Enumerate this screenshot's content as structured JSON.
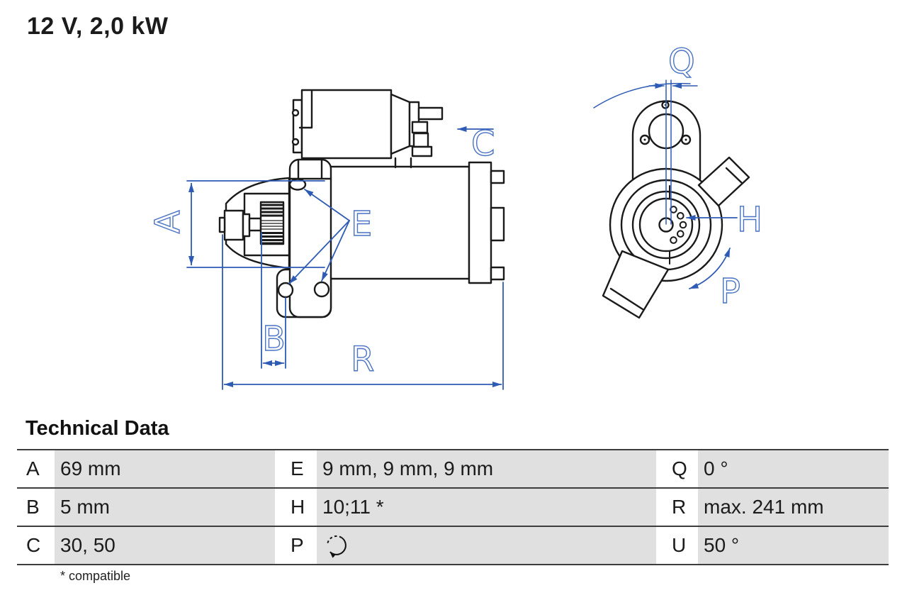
{
  "header": {
    "title": "12 V, 2,0 kW"
  },
  "diagram": {
    "description": "starter-motor technical drawing, side view and front view",
    "labels": {
      "a": "A",
      "b": "B",
      "c": "C",
      "e": "E",
      "h": "H",
      "p": "P",
      "q": "Q",
      "r": "R"
    },
    "colors": {
      "dimension_blue": "#2e5bb4",
      "label_blue": "#4a73c4",
      "drawing_black": "#1a1a1a"
    }
  },
  "table": {
    "heading": "Technical Data",
    "rows": [
      {
        "c1k": "A",
        "c1v": "69 mm",
        "c2k": "E",
        "c2v": "9 mm, 9 mm, 9 mm",
        "c3k": "Q",
        "c3v": "0 °"
      },
      {
        "c1k": "B",
        "c1v": "5 mm",
        "c2k": "H",
        "c2v": "10;11 *",
        "c3k": "R",
        "c3v": "max. 241 mm"
      },
      {
        "c1k": "C",
        "c1v": "30, 50",
        "c2k": "P",
        "c2v": "",
        "c3k": "U",
        "c3v": "50 °"
      }
    ],
    "rotation_icon": "rotation-direction-icon",
    "value_cell_gray": "#e0e0e0",
    "footnote": "* compatible"
  }
}
